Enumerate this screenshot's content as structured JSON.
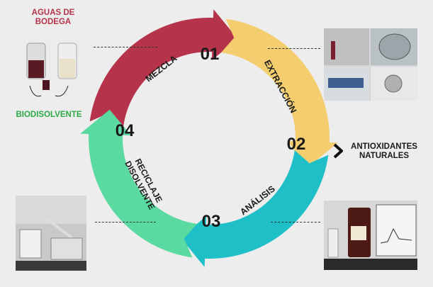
{
  "top_left_label": "AGUAS DE\nBODEGA",
  "left_label": "BIODISOLVENTE",
  "right_label": "ANTIOXIDANTES\nNATURALES",
  "steps": [
    {
      "number": "01",
      "label": "MEZCLA",
      "color": "#b5344b"
    },
    {
      "number": "02",
      "label": "EXTRACCIÓN",
      "color": "#f3cd6e"
    },
    {
      "number": "03",
      "label": "ANÁLISIS",
      "color": "#1fbfc8"
    },
    {
      "number": "04",
      "label": "RECICLAJE\nDISOLVENTE",
      "color": "#5ad9a0"
    }
  ],
  "colors": {
    "top_left_label": "#b5344b",
    "left_label": "#2eaa47",
    "text_dark": "#1a1a1a",
    "background": "#ededed"
  }
}
